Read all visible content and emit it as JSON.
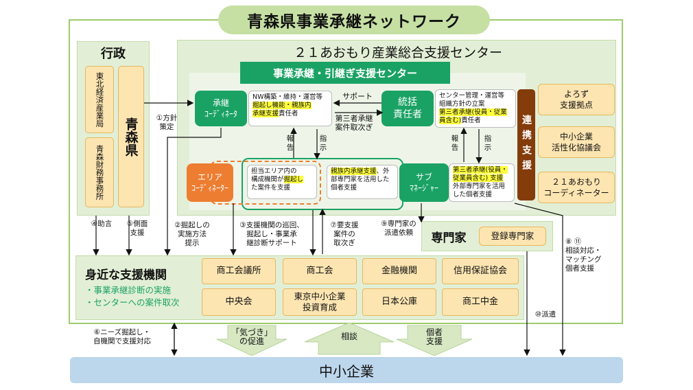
{
  "title": "青森県事業承継ネットワーク",
  "gov": {
    "title": "行政",
    "tohoku": "東北経済産業局",
    "aomori_zaimu": "青森財務事務所",
    "prefecture": "青森県"
  },
  "center": {
    "title": "２１あおもり産業総合支援センター",
    "jigyo": "事業承継・引継ぎ支援センター",
    "shokei_coord": "承継\nｺｰﾃﾞｨﾈｰﾀ",
    "shokei_desc_a": "NW構築・維持・運営等",
    "shokei_desc_b": "掘起し機能・親族内",
    "shokei_desc_c": "承継支援",
    "shokei_desc_d": "責任者",
    "support_label": "サポート",
    "tokatsu": "統括\n責任者",
    "tokatsu_desc_a": "センター管理・運営等",
    "tokatsu_desc_b": "組織方針の立案",
    "tokatsu_desc_c": "第三者承継(役員・従業員含む)",
    "tokatsu_desc_d": "責任者",
    "third_party_intake": "第三者承継\n案件取次ぎ",
    "report": "報\n告",
    "instruct": "指\n示",
    "area_coord": "エリア\nｺｰﾃﾞｨﾈｰﾀｰ",
    "area_desc_a": "担当エリア内の",
    "area_desc_b": "構成機関が",
    "area_desc_c": "掘起し",
    "area_desc_d": "た案件を支援",
    "family_desc_a": "親族内承継支援",
    "family_desc_b": "、",
    "family_desc_c": "外部専門家を活用した個者支援",
    "sub_manager": "サブ\nﾏﾈｰｼﾞｬｰ",
    "sub_desc_a": "第三者承継(役員・従業員含む) 支援",
    "sub_desc_b": "外部専門家を活用した個者支援",
    "renkei": "連携支援"
  },
  "partners": [
    "よろず\n支援拠点",
    "中小企業\n活性化協議会",
    "２１あおもり\nコーディネーター"
  ],
  "expert": {
    "title": "専門家",
    "registered": "登録専門家"
  },
  "support": {
    "title": "身近な支援機関",
    "bullet1": "・事業承継診断の実施",
    "bullet2": "・センターへの案件取次",
    "orgs": [
      "商工会議所",
      "商工会",
      "金融機関",
      "信用保証協会",
      "中央会",
      "東京中小企業\n投資育成",
      "日本公庫",
      "商工中金"
    ]
  },
  "sme": "中小企業",
  "labels": {
    "l1": "①方針\n策定",
    "l2": "②掘起しの\n実施方法\n提示",
    "l3": "③支援機関の巡回、\n掘起し・事業承\n継診断サポート",
    "l4": "④助言",
    "l5": "⑤側面\n支援",
    "l6": "⑥ニーズ掘起し・\n自機関で支援対応",
    "l7": "⑦要支援\n案件の\n取次ぎ",
    "l8": "⑧ ⑪\n相談対応・\nマッチング\n個者支援",
    "l9": "⑨専門家の\n派遣依頼",
    "l10": "⑩派遣"
  },
  "arrows": {
    "kizuki": "「気づき」\nの促進",
    "soudan": "相談",
    "kosha": "個者\n支援"
  },
  "colors": {
    "green": "#1aa264",
    "orange": "#ed7d31",
    "brown": "#843c0b",
    "light_green": "#e2efd6",
    "sme_blue": "#bcd6ec"
  }
}
